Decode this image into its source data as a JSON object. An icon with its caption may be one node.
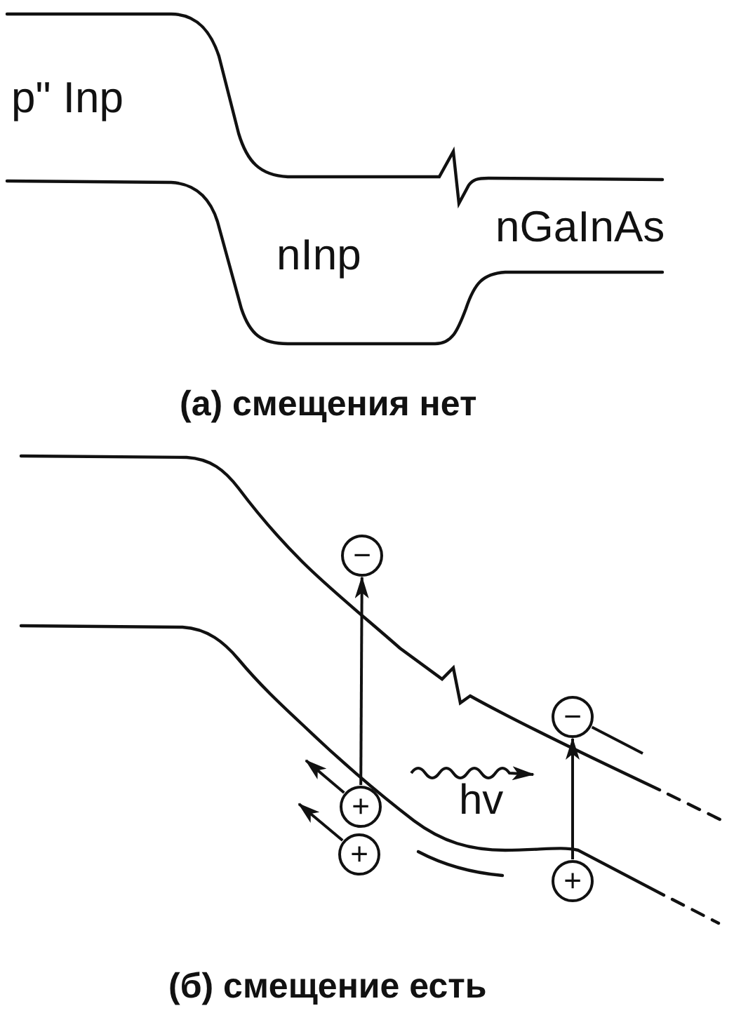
{
  "diagram": {
    "nodes": [
      {
        "text": [
          "−"
        ]
      },
      {
        "text": [
          "+"
        ]
      },
      {
        "text": [
          "+"
        ]
      },
      {
        "text": [
          "−"
        ]
      },
      {
        "text": [
          "+"
        ]
      }
    ],
    "edges": [
      {
        "from": 1,
        "to": 0,
        "arrow": "to"
      },
      {
        "from": 1,
        "to": null,
        "arrow": "to"
      },
      {
        "from": 2,
        "to": null,
        "arrow": "to"
      },
      {
        "from": 4,
        "to": 3,
        "arrow": "to"
      },
      {
        "from": 3,
        "to": null,
        "arrow": "none"
      }
    ],
    "labels": [
      "p\" Inp",
      "nInp",
      "nGaInAs",
      "(а) смещения нет",
      "hv",
      "(б) смещение есть"
    ]
  }
}
